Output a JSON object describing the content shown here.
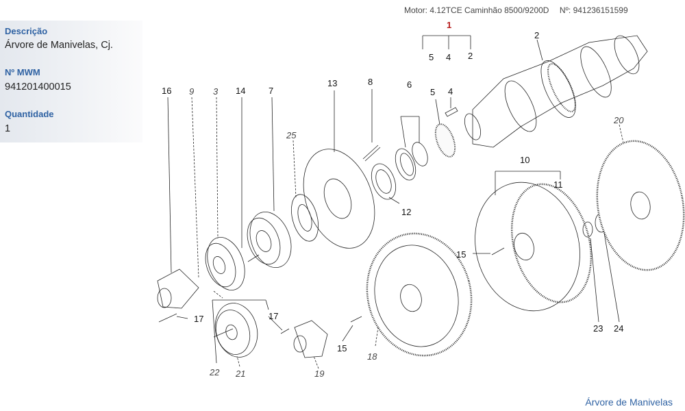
{
  "header": {
    "motor_label": "Motor:",
    "motor_value": "4.12TCE Caminhão 8500/9200D",
    "number_label": "Nº:",
    "number_value": "941236151599"
  },
  "info": {
    "descricao_label": "Descrição",
    "descricao_value": "Árvore de Manivelas, Cj.",
    "mwm_label": "Nº MWM",
    "mwm_value": "941201400015",
    "quantidade_label": "Quantidade",
    "quantidade_value": "1"
  },
  "caption": "Árvore de Manivelas",
  "callouts": {
    "c1": "1",
    "c1a": "5",
    "c1b": "4",
    "c1c": "2",
    "c2": "2",
    "c3": "3",
    "c4": "4",
    "c5": "5",
    "c6": "6",
    "c7": "7",
    "c8": "8",
    "c9": "9",
    "c10": "10",
    "c11": "11",
    "c12": "12",
    "c13": "13",
    "c14": "14",
    "c15a": "15",
    "c15b": "15",
    "c16": "16",
    "c17a": "17",
    "c17b": "17",
    "c18": "18",
    "c19": "19",
    "c20": "20",
    "c21": "21",
    "c22": "22",
    "c23": "23",
    "c24": "24",
    "c25": "25"
  }
}
